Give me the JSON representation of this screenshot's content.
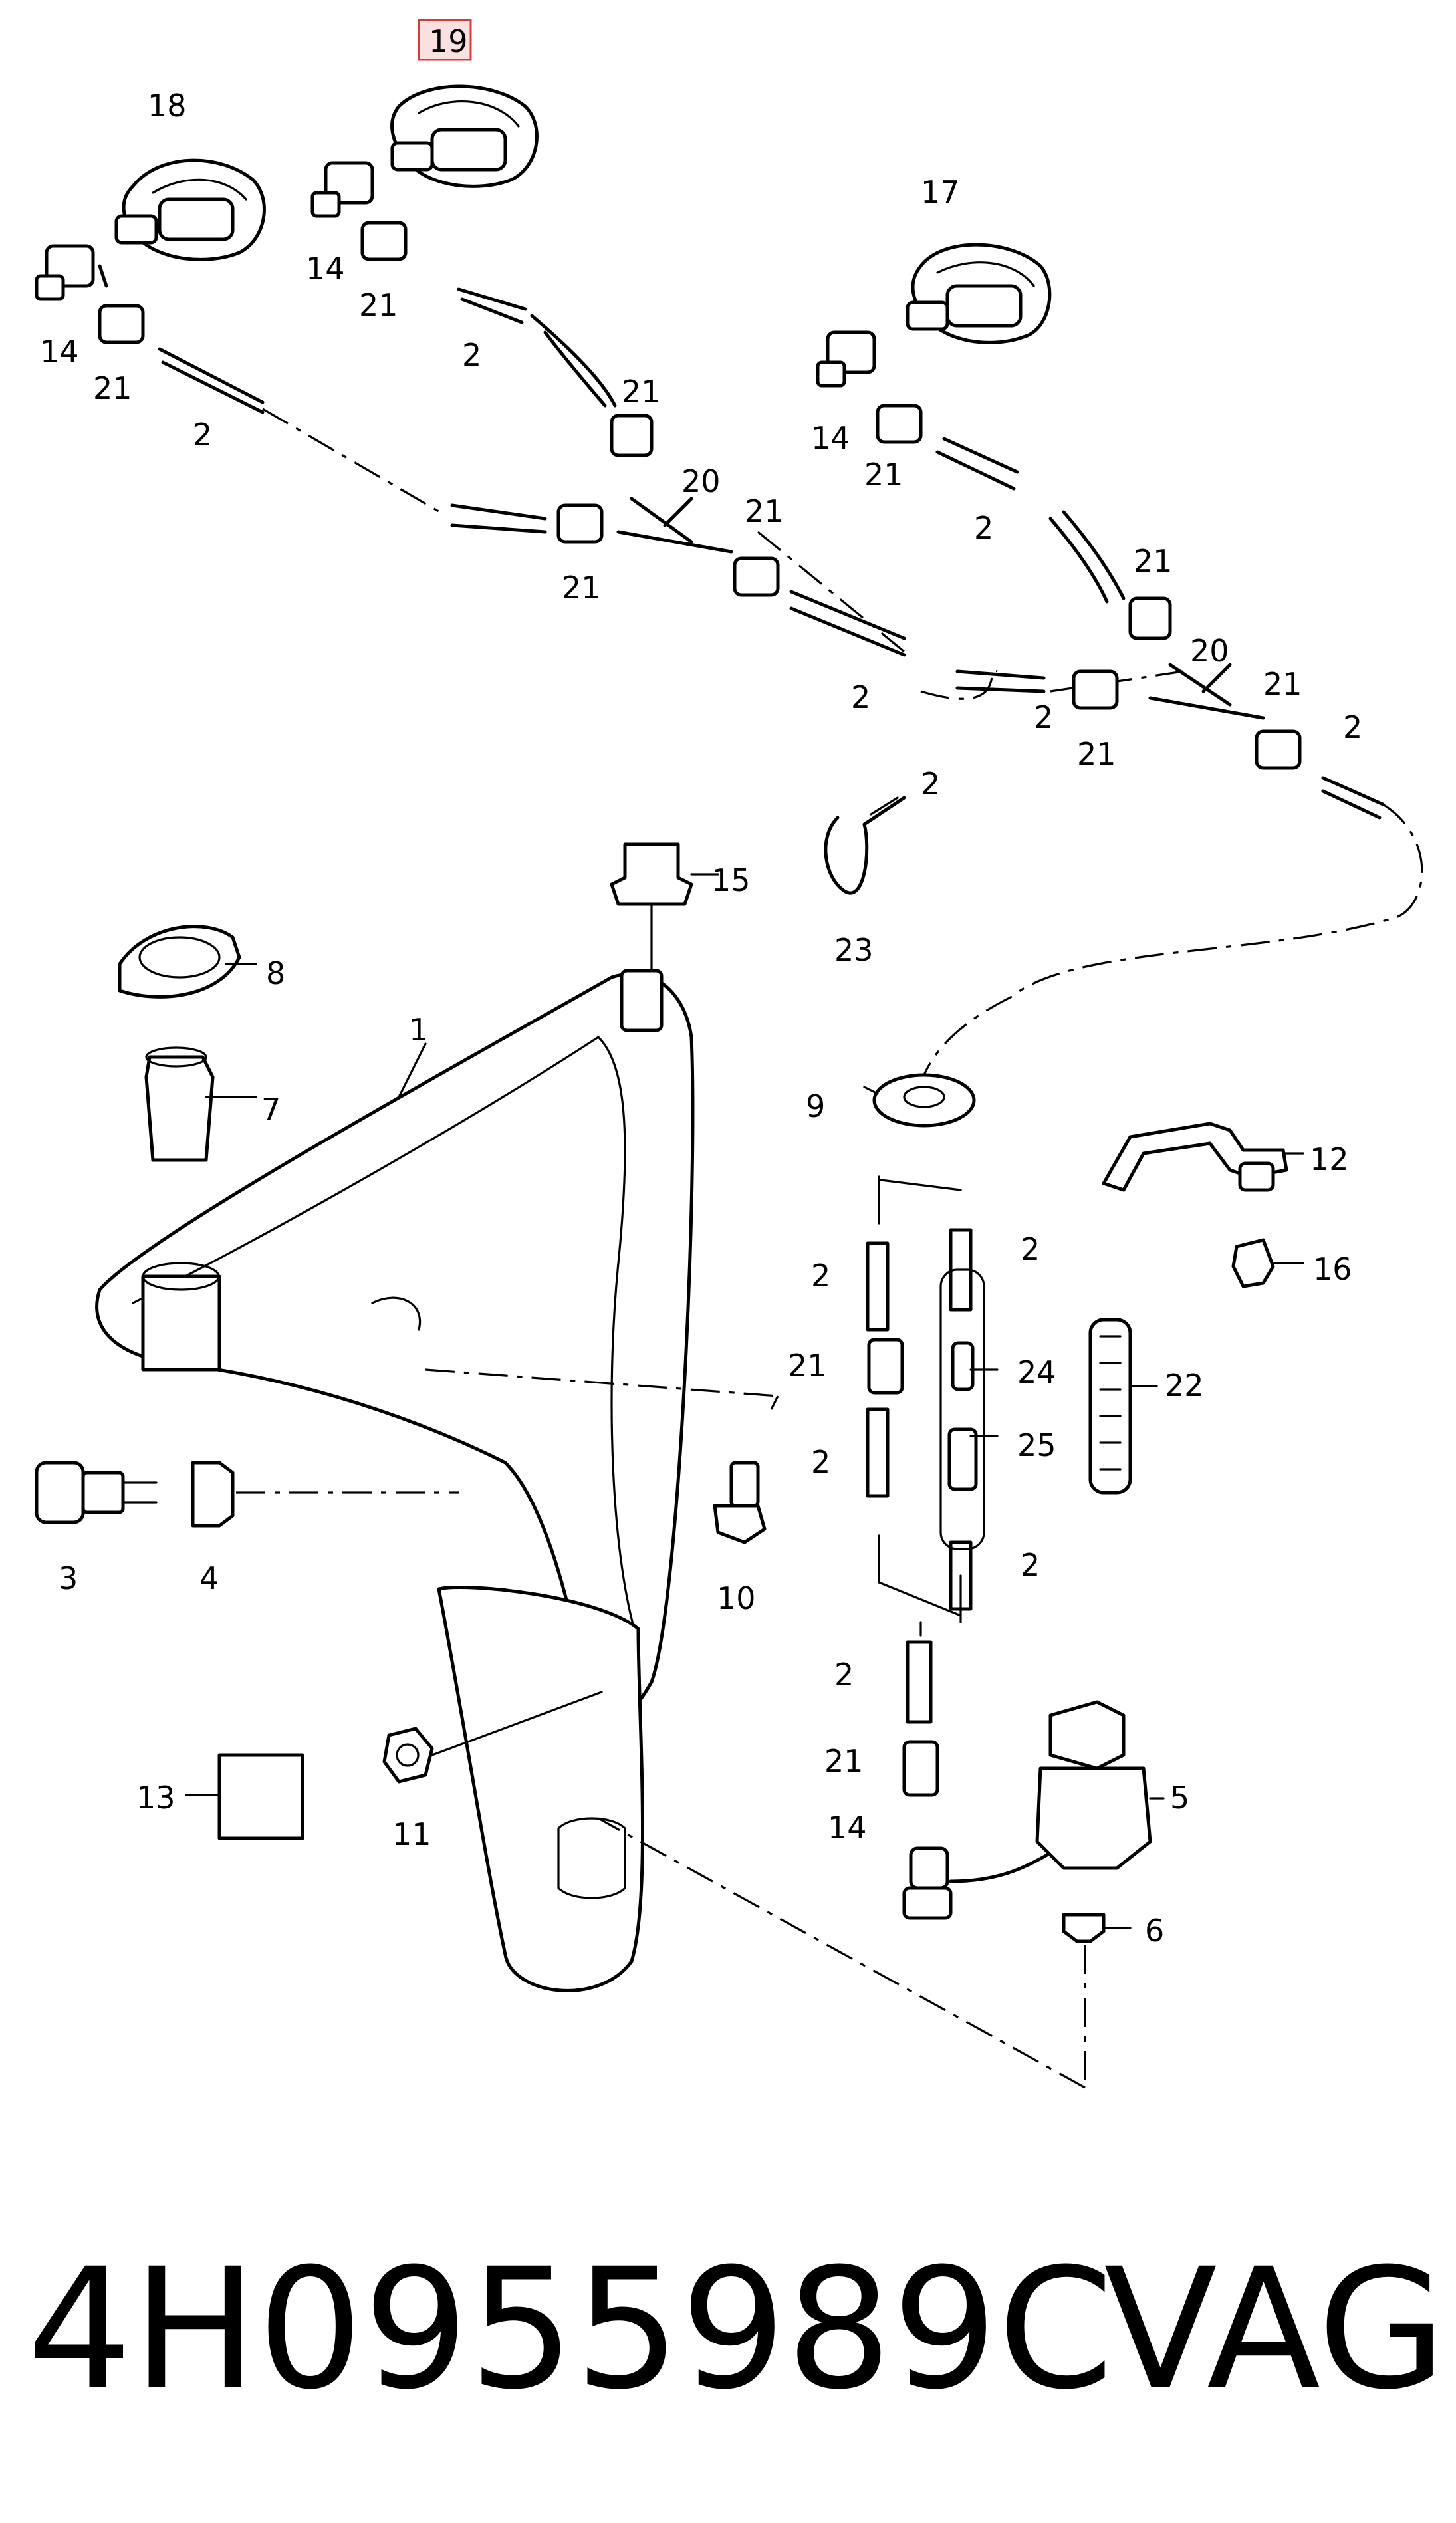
{
  "labels": {
    "p1": "1",
    "p2a": "2",
    "p2b": "2",
    "p2c": "2",
    "p2d": "2",
    "p2e": "2",
    "p2f": "2",
    "p2g": "2",
    "p2h": "2",
    "p2i": "2",
    "p2j": "2",
    "p2k": "2",
    "p2l": "2",
    "p3": "3",
    "p4": "4",
    "p5": "5",
    "p6": "6",
    "p7": "7",
    "p8": "8",
    "p9": "9",
    "p10": "10",
    "p11": "11",
    "p12": "12",
    "p13": "13",
    "p14a": "14",
    "p14b": "14",
    "p14c": "14",
    "p14d": "14",
    "p15": "15",
    "p16": "16",
    "p17": "17",
    "p18": "18",
    "p19": "19",
    "p20a": "20",
    "p20b": "20",
    "p21a": "21",
    "p21b": "21",
    "p21c": "21",
    "p21d": "21",
    "p21e": "21",
    "p21f": "21",
    "p21g": "21",
    "p21h": "21",
    "p21i": "21",
    "p21j": "21",
    "p21k": "21",
    "p22": "22",
    "p23": "23",
    "p24": "24",
    "p25": "25"
  },
  "footer": {
    "part_number": "4H0955989C",
    "brand": "VAG"
  },
  "highlight_color": "#d43c3c"
}
